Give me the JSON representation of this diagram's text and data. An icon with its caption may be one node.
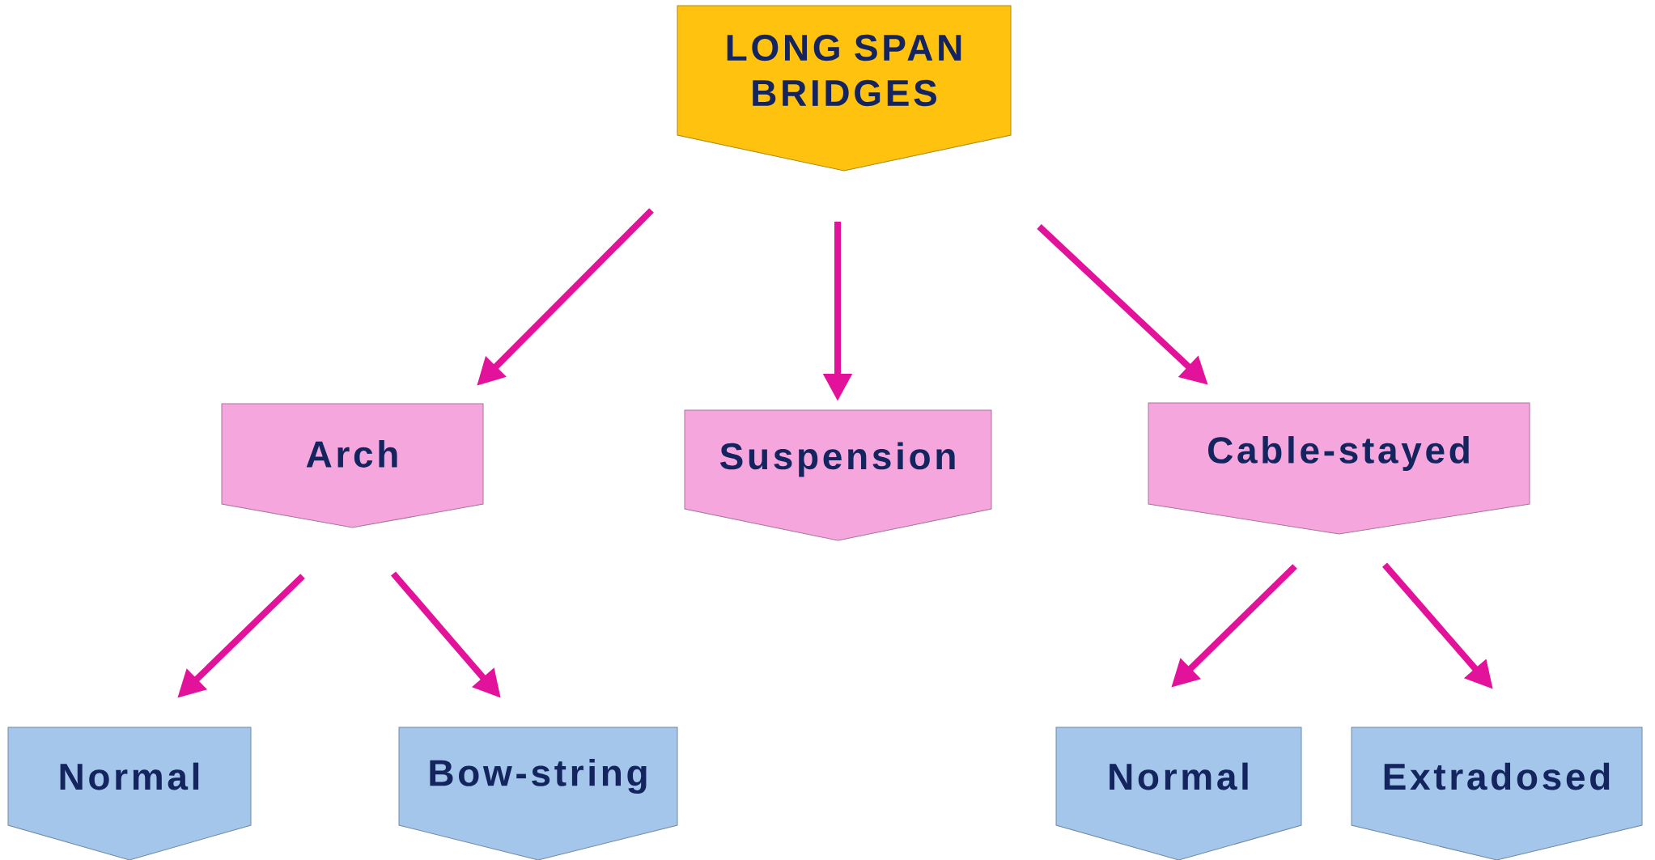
{
  "diagram": {
    "nodes": [
      {
        "text": [
          "LONG SPAN BRIDGES"
        ]
      },
      {
        "text": [
          "Arch"
        ]
      },
      {
        "text": [
          "Suspension"
        ]
      },
      {
        "text": [
          "Cable-stayed"
        ]
      },
      {
        "text": [
          "Normal"
        ]
      },
      {
        "text": [
          "Bow-string"
        ]
      },
      {
        "text": [
          "Normal"
        ]
      },
      {
        "text": [
          "Extradosed"
        ]
      }
    ],
    "edges": [
      {
        "from": 0,
        "to": 1,
        "arrow": "to"
      },
      {
        "from": 0,
        "to": 2,
        "arrow": "to"
      },
      {
        "from": 0,
        "to": 3,
        "arrow": "to"
      },
      {
        "from": 1,
        "to": 4,
        "arrow": "to"
      },
      {
        "from": 1,
        "to": 5,
        "arrow": "to"
      },
      {
        "from": 3,
        "to": 6,
        "arrow": "to"
      },
      {
        "from": 3,
        "to": 7,
        "arrow": "to"
      }
    ]
  }
}
